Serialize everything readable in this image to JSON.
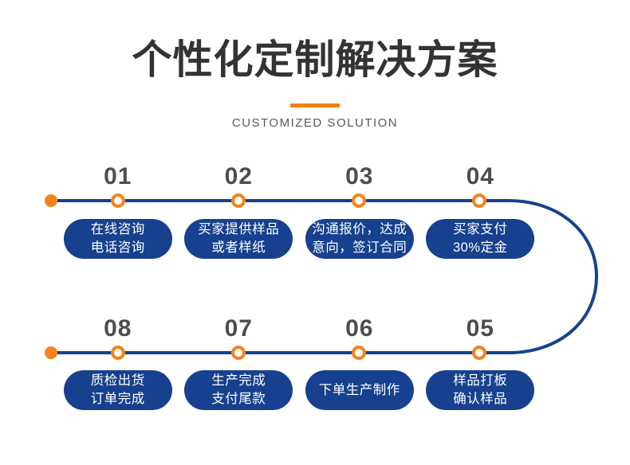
{
  "header": {
    "title": "个性化定制解决方案",
    "subtitle": "CUSTOMIZED SOLUTION"
  },
  "colors": {
    "flow_navy": "#17418e",
    "marker_orange": "#f5831d",
    "divider_orange": "#f08300",
    "title_gray": "#333333",
    "number_gray": "#4d4d4d",
    "subtitle_gray": "#595959"
  },
  "rows": [
    {
      "steps": [
        {
          "num": "01",
          "line1": "在线咨询",
          "line2": "电话咨询"
        },
        {
          "num": "02",
          "line1": "买家提供样品",
          "line2": "或者样纸"
        },
        {
          "num": "03",
          "line1": "沟通报价，达成",
          "line2": "意向，签订合同"
        },
        {
          "num": "04",
          "line1": "买家支付",
          "line2": "30%定金"
        }
      ]
    },
    {
      "steps": [
        {
          "num": "08",
          "line1": "质检出货",
          "line2": "订单完成"
        },
        {
          "num": "07",
          "line1": "生产完成",
          "line2": "支付尾款"
        },
        {
          "num": "06",
          "line1": "下单生产制作",
          "line2": ""
        },
        {
          "num": "05",
          "line1": "样品打板",
          "line2": "确认样品"
        }
      ]
    }
  ]
}
